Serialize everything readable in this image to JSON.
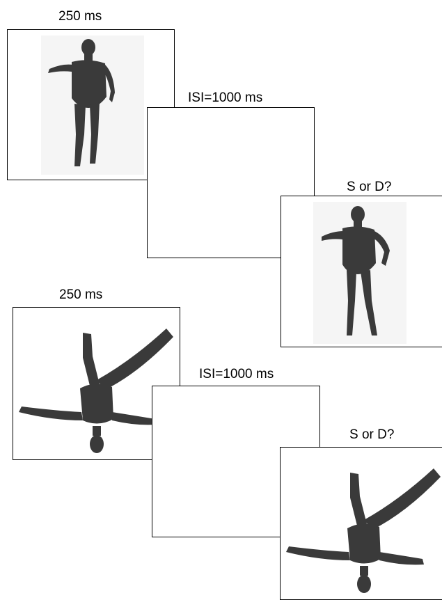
{
  "top_sequence": {
    "first_duration": "250 ms",
    "isi_label": "ISI=1000 ms",
    "prompt": "S or D?"
  },
  "bottom_sequence": {
    "first_duration": "250 ms",
    "isi_label": "ISI=1000 ms",
    "prompt": "S or D?"
  },
  "colors": {
    "frame_border": "#000000",
    "figure_fill": "#3a3a3a",
    "stimulus_backdrop": "#f4f4f4"
  },
  "icons": {
    "upright_figure": "human-body-figure-icon",
    "inverted_figure": "inverted-human-body-figure-icon"
  }
}
